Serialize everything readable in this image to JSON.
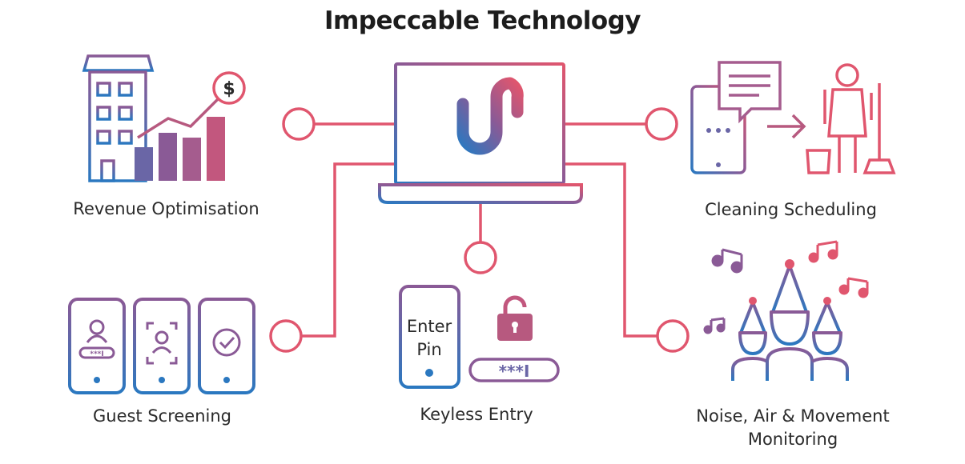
{
  "title": "Impeccable Technology",
  "features": {
    "revenue": "Revenue Optimisation",
    "cleaning": "Cleaning Scheduling",
    "guest": "Guest Screening",
    "keyless": "Keyless Entry",
    "noise_line1": "Noise, Air & Movement",
    "noise_line2": "Monitoring"
  },
  "icons": {
    "currency": "$",
    "enter_line1": "Enter",
    "enter_line2": "Pin",
    "pin_mask": "***I",
    "guest_mask": "***I"
  },
  "colors": {
    "pink": "#e0566e",
    "purple": "#8a5a96",
    "blue": "#2b78c0"
  }
}
